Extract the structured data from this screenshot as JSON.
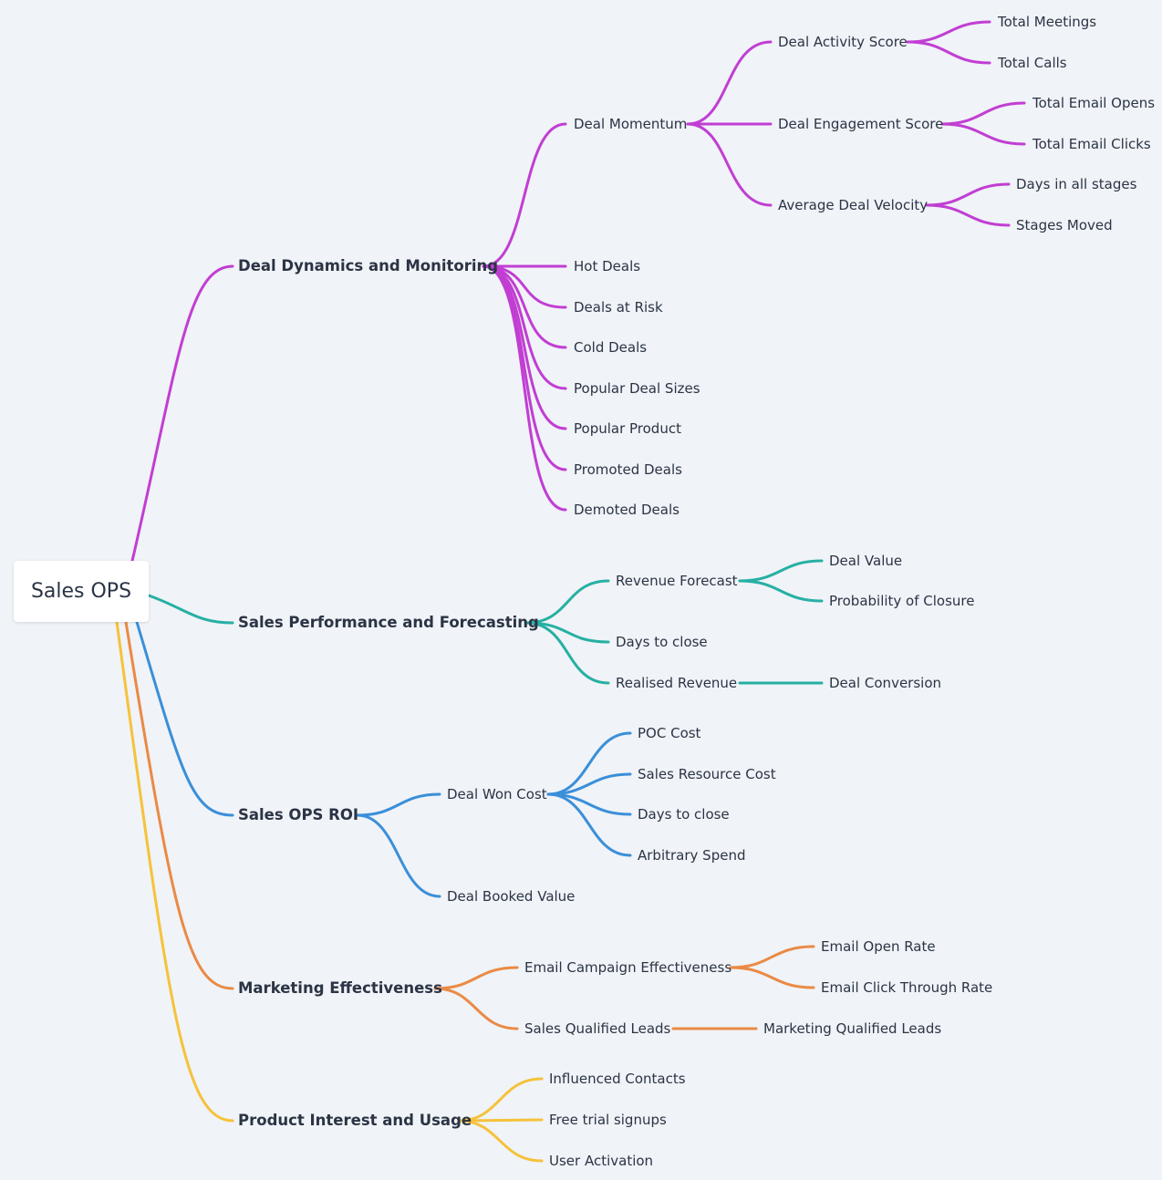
{
  "root": {
    "label": "Sales OPS"
  },
  "colors": {
    "deal_dynamics": "#c13ed3",
    "sales_performance": "#26b0a3",
    "sales_ops_roi": "#3a8fd9",
    "marketing": "#ea8a45",
    "product_interest": "#f5c23b"
  },
  "branches": {
    "deal_dynamics": {
      "label": "Deal Dynamics and Monitoring",
      "deal_momentum": {
        "label": "Deal Momentum",
        "activity": {
          "label": "Deal Activity Score",
          "children": [
            "Total Meetings",
            "Total Calls"
          ]
        },
        "engagement": {
          "label": "Deal Engagement Score",
          "children": [
            "Total Email Opens",
            "Total Email Clicks"
          ]
        },
        "velocity": {
          "label": "Average Deal Velocity",
          "children": [
            "Days in all stages",
            "Stages Moved"
          ]
        }
      },
      "items": [
        "Hot Deals",
        "Deals at Risk",
        "Cold Deals",
        "Popular Deal Sizes",
        "Popular Product",
        "Promoted Deals",
        "Demoted Deals"
      ]
    },
    "sales_performance": {
      "label": "Sales Performance and Forecasting",
      "revenue_forecast": {
        "label": "Revenue Forecast",
        "children": [
          "Deal Value",
          "Probability of Closure"
        ]
      },
      "days_to_close": "Days to close",
      "realised_revenue": {
        "label": "Realised Revenue",
        "children": [
          "Deal Conversion"
        ]
      }
    },
    "sales_ops_roi": {
      "label": "Sales OPS ROI",
      "deal_won_cost": {
        "label": "Deal Won Cost",
        "children": [
          "POC Cost",
          "Sales Resource Cost",
          "Days to close",
          "Arbitrary Spend"
        ]
      },
      "deal_booked_value": "Deal Booked Value"
    },
    "marketing": {
      "label": "Marketing Effectiveness",
      "email_campaign": {
        "label": "Email Campaign Effectiveness",
        "children": [
          "Email Open Rate",
          "Email Click Through Rate"
        ]
      },
      "sql": {
        "label": "Sales Qualified Leads",
        "children": [
          "Marketing Qualified Leads"
        ]
      }
    },
    "product_interest": {
      "label": "Product Interest and Usage",
      "children": [
        "Influenced Contacts",
        "Free trial signups",
        "User Activation"
      ]
    }
  }
}
